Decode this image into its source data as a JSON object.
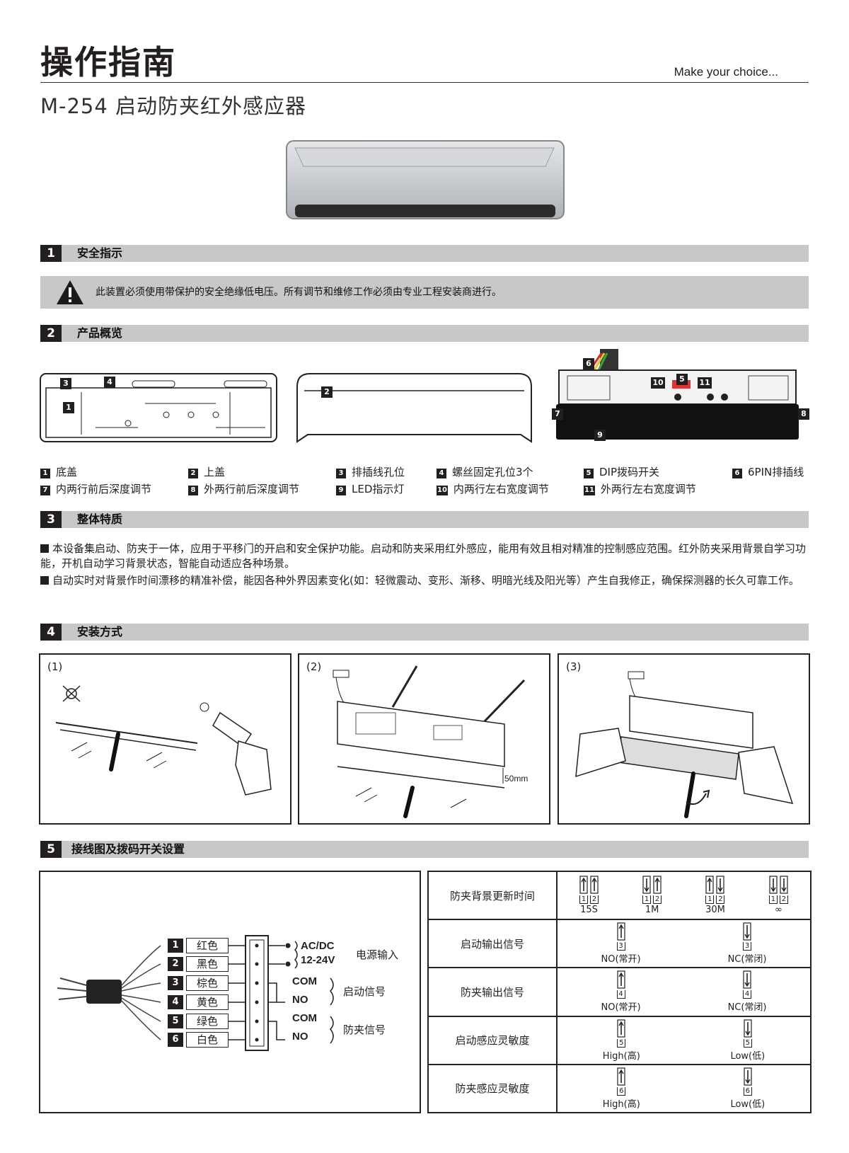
{
  "header": {
    "title": "操作指南",
    "slogan": "Make  your choice...",
    "subtitle": "M-254   启动防夹红外感应器"
  },
  "sections": [
    {
      "num": "1",
      "title": "安全指示"
    },
    {
      "num": "2",
      "title": "产品概览"
    },
    {
      "num": "3",
      "title": "整体特质"
    },
    {
      "num": "4",
      "title": "安装方式"
    },
    {
      "num": "5",
      "title": "接线图及拨码开关设置"
    }
  ],
  "safety": {
    "text": "此装置必须使用带保护的安全绝缘低电压。所有调节和维修工作必须由专业工程安装商进行。"
  },
  "overview": {
    "diagram_labels": [
      "1",
      "2",
      "3",
      "4",
      "5",
      "6",
      "7",
      "8",
      "9",
      "10",
      "11"
    ],
    "legend": [
      {
        "num": "1",
        "text": "底盖"
      },
      {
        "num": "2",
        "text": "上盖"
      },
      {
        "num": "3",
        "text": "排插线孔位"
      },
      {
        "num": "4",
        "text": "螺丝固定孔位3个"
      },
      {
        "num": "5",
        "text": "DIP拨码开关"
      },
      {
        "num": "6",
        "text": "6PIN排插线"
      },
      {
        "num": "7",
        "text": "内两行前后深度调节"
      },
      {
        "num": "8",
        "text": "外两行前后深度调节"
      },
      {
        "num": "9",
        "text": "LED指示灯"
      },
      {
        "num": "10",
        "text": "内两行左右宽度调节"
      },
      {
        "num": "11",
        "text": "外两行左右宽度调节"
      }
    ]
  },
  "features": [
    "本设备集启动、防夹于一体，应用于平移门的开启和安全保护功能。启动和防夹采用红外感应，能用有效且相对精准的控制感应范围。红外防夹采用背景自学习功能，开机自动学习背景状态，智能自动适应各种场景。",
    "自动实时对背景作时间漂移的精准补偿，能因各种外界因素变化(如：轻微震动、变形、渐移、明暗光线及阳光等）产生自我修正，确保探测器的长久可靠工作。"
  ],
  "install": {
    "steps": [
      "(1)",
      "(2)",
      "(3)"
    ],
    "gap_label": "50mm"
  },
  "wiring": {
    "wires": [
      {
        "num": "1",
        "color": "红色"
      },
      {
        "num": "2",
        "color": "黑色"
      },
      {
        "num": "3",
        "color": "棕色"
      },
      {
        "num": "4",
        "color": "黄色"
      },
      {
        "num": "5",
        "color": "绿色"
      },
      {
        "num": "6",
        "color": "白色"
      }
    ],
    "power_label_1": "AC/DC",
    "power_label_2": "12-24V",
    "power_group": "电源输入",
    "com1": "COM",
    "no1": "NO",
    "start_group": "启动信号",
    "com2": "COM",
    "no2": "NO",
    "safety_group": "防夹信号"
  },
  "dip_table": {
    "rows": [
      {
        "label": "防夹背景更新时间",
        "options": [
          {
            "caption": "15S",
            "switches": [
              {
                "n": "1",
                "up": true
              },
              {
                "n": "2",
                "up": true
              }
            ]
          },
          {
            "caption": "1M",
            "switches": [
              {
                "n": "1",
                "up": false
              },
              {
                "n": "2",
                "up": true
              }
            ]
          },
          {
            "caption": "30M",
            "switches": [
              {
                "n": "1",
                "up": true
              },
              {
                "n": "2",
                "up": false
              }
            ]
          },
          {
            "caption": "∞",
            "switches": [
              {
                "n": "1",
                "up": false
              },
              {
                "n": "2",
                "up": false
              }
            ]
          }
        ]
      },
      {
        "label": "启动输出信号",
        "options": [
          {
            "caption": "NO(常开)",
            "switches": [
              {
                "n": "3",
                "up": true
              }
            ]
          },
          {
            "caption": "NC(常闭)",
            "switches": [
              {
                "n": "3",
                "up": false
              }
            ]
          }
        ]
      },
      {
        "label": "防夹输出信号",
        "options": [
          {
            "caption": "NO(常开)",
            "switches": [
              {
                "n": "4",
                "up": true
              }
            ]
          },
          {
            "caption": "NC(常闭)",
            "switches": [
              {
                "n": "4",
                "up": false
              }
            ]
          }
        ]
      },
      {
        "label": "启动感应灵敏度",
        "options": [
          {
            "caption": "High(高)",
            "switches": [
              {
                "n": "5",
                "up": true
              }
            ]
          },
          {
            "caption": "Low(低)",
            "switches": [
              {
                "n": "5",
                "up": false
              }
            ]
          }
        ]
      },
      {
        "label": "防夹感应灵敏度",
        "options": [
          {
            "caption": "High(高)",
            "switches": [
              {
                "n": "6",
                "up": true
              }
            ]
          },
          {
            "caption": "Low(低)",
            "switches": [
              {
                "n": "6",
                "up": false
              }
            ]
          }
        ]
      }
    ]
  }
}
